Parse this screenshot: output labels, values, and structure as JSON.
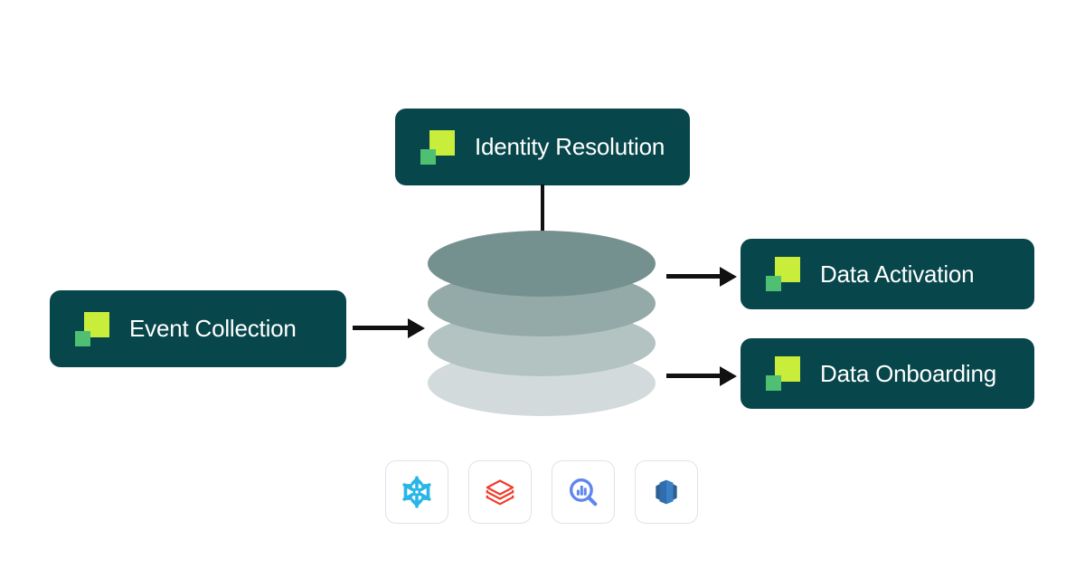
{
  "diagram": {
    "title": "Customer Data Platform flow diagram",
    "background_color": "#FFFFFF",
    "nodes": [
      {
        "id": "identity-resolution",
        "label": "Identity Resolution",
        "box_color": "#07464B",
        "text_color": "#FFFFFF",
        "icon": "brand-squares-icon"
      },
      {
        "id": "event-collection",
        "label": "Event Collection",
        "box_color": "#07464B",
        "text_color": "#FFFFFF",
        "icon": "brand-squares-icon"
      },
      {
        "id": "data-activation",
        "label": "Data Activation",
        "box_color": "#07464B",
        "text_color": "#FFFFFF",
        "icon": "brand-squares-icon"
      },
      {
        "id": "data-onboarding",
        "label": "Data Onboarding",
        "box_color": "#07464B",
        "text_color": "#FFFFFF",
        "icon": "brand-squares-icon"
      }
    ],
    "brand_mark": {
      "large_square_color": "#C9ED3B",
      "small_square_color": "#4FBF72"
    },
    "data_store": {
      "name": "data-warehouse-cylinder",
      "layer_count": 4,
      "layer_colors": [
        "#75918F",
        "#94AAA8",
        "#B3C3C2",
        "#D2DADC"
      ]
    },
    "connectors": [
      {
        "id": "identity-to-store",
        "type": "line",
        "color": "#111111"
      },
      {
        "id": "event-to-store",
        "type": "arrow",
        "color": "#111111"
      },
      {
        "id": "store-to-activation",
        "type": "arrow",
        "color": "#111111"
      },
      {
        "id": "store-to-onboarding",
        "type": "arrow",
        "color": "#111111"
      }
    ],
    "integrations": [
      {
        "id": "snowflake",
        "icon": "snowflake-icon",
        "color": "#29B5E8"
      },
      {
        "id": "databricks",
        "icon": "databricks-icon",
        "color": "#F03C2A"
      },
      {
        "id": "bigquery",
        "icon": "bigquery-icon",
        "color": "#5F86EE"
      },
      {
        "id": "redshift",
        "icon": "redshift-icon",
        "color": "#2E73B8"
      }
    ]
  }
}
